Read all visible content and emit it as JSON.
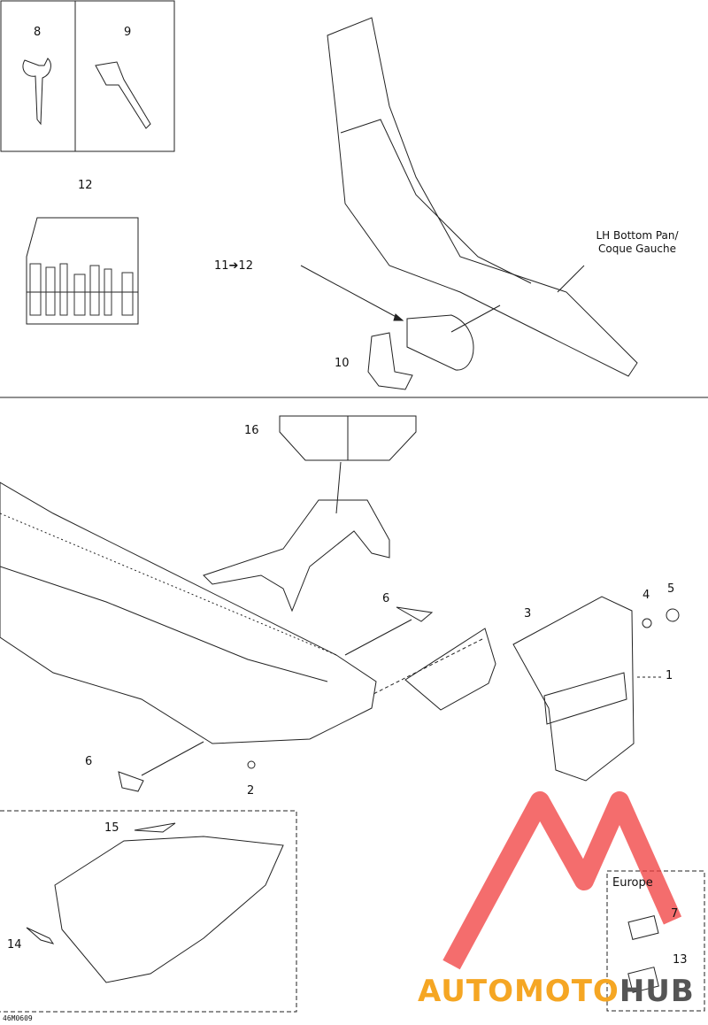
{
  "callouts": {
    "c1": "1",
    "c2": "2",
    "c3": "3",
    "c4": "4",
    "c5": "5",
    "c6a": "6",
    "c6b": "6",
    "c7": "7",
    "c8": "8",
    "c9": "9",
    "c10": "10",
    "c11_12": "11➔12",
    "c12": "12",
    "c13": "13",
    "c14": "14",
    "c15": "15",
    "c16": "16"
  },
  "legend_lh_bottom_pan": [
    "LH Bottom Pan/",
    "Coque Gauche"
  ],
  "region_label": "Europe",
  "drawing_code": "46M0609",
  "watermark": {
    "prefix": "AUTOMOTO",
    "suffix": "HUB",
    "colors": {
      "logo_red": "#f03c3c",
      "logo_orange": "#f5a623",
      "text_dark": "#555555"
    }
  }
}
